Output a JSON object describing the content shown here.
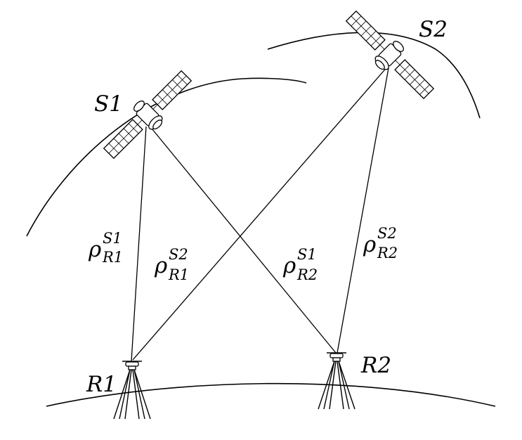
{
  "satellites": [
    {
      "id": "S1",
      "label": "S1"
    },
    {
      "id": "S2",
      "label": "S2"
    }
  ],
  "receivers": [
    {
      "id": "R1",
      "label": "R1"
    },
    {
      "id": "R2",
      "label": "R2"
    }
  ],
  "ranges": [
    {
      "symbol": "ρ",
      "sup": "S1",
      "sub": "R1"
    },
    {
      "symbol": "ρ",
      "sup": "S2",
      "sub": "R1"
    },
    {
      "symbol": "ρ",
      "sup": "S1",
      "sub": "R2"
    },
    {
      "symbol": "ρ",
      "sup": "S2",
      "sub": "R2"
    }
  ]
}
